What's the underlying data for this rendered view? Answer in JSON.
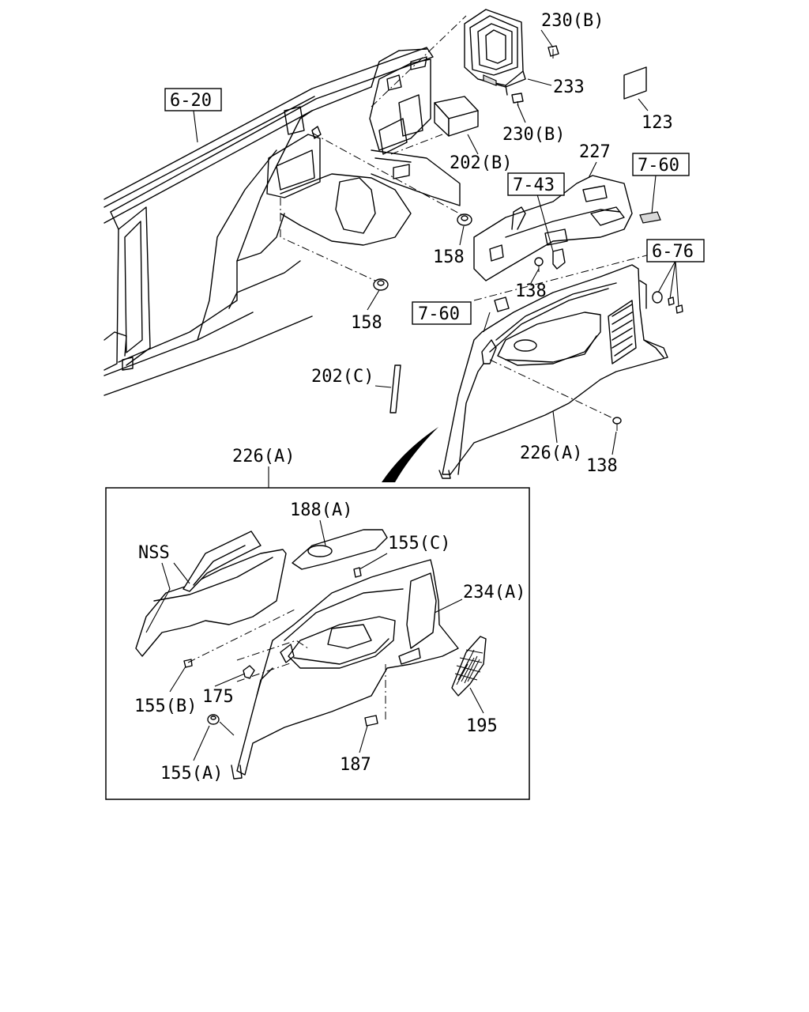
{
  "labels": {
    "ref_6_20": "6-20",
    "ref_7_43": "7-43",
    "ref_7_60_top": "7-60",
    "ref_7_60_mid": "7-60",
    "ref_6_76": "6-76",
    "p230b_top": "230(B)",
    "p233": "233",
    "p123": "123",
    "p230b_bot": "230(B)",
    "p202b": "202(B)",
    "p227": "227",
    "p158_a": "158",
    "p158_b": "158",
    "p138_a": "138",
    "p138_b": "138",
    "p202c": "202(C)",
    "p226a_panel": "226(A)",
    "p226a_box": "226(A)",
    "p188a": "188(A)",
    "p155c": "155(C)",
    "nss": "NSS",
    "p234a": "234(A)",
    "p155b": "155(B)",
    "p175": "175",
    "p155a": "155(A)",
    "p187": "187",
    "p195": "195"
  }
}
